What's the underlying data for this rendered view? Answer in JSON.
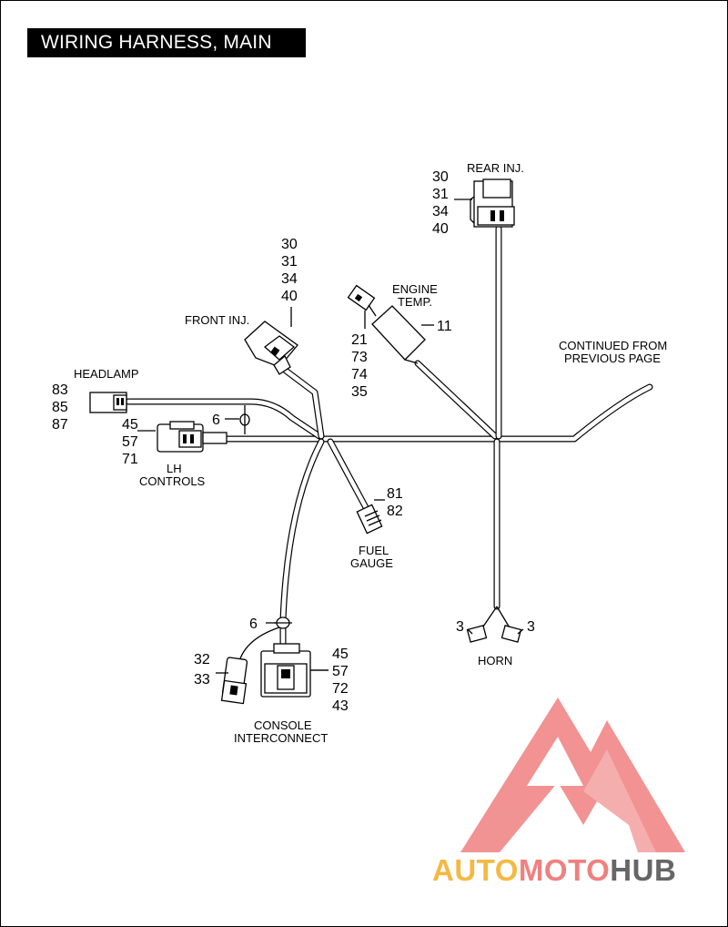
{
  "title": "WIRING HARNESS, MAIN",
  "callouts": {
    "rear_inj": {
      "label": "REAR INJ.",
      "numbers": [
        "30",
        "31",
        "34",
        "40"
      ]
    },
    "front_inj": {
      "label": "FRONT INJ.",
      "numbers": [
        "30",
        "31",
        "34",
        "40"
      ]
    },
    "engine_temp": {
      "label_line1": "ENGINE",
      "label_line2": "TEMP.",
      "part": "11",
      "numbers": [
        "21",
        "73",
        "74",
        "35"
      ]
    },
    "continued": {
      "line1": "CONTINUED FROM",
      "line2": "PREVIOUS PAGE"
    },
    "headlamp": {
      "label": "HEADLAMP",
      "numbers": [
        "83",
        "85",
        "87"
      ]
    },
    "lh_controls": {
      "label_line1": "LH",
      "label_line2": "CONTROLS",
      "numbers": [
        "45",
        "57",
        "71"
      ]
    },
    "clip_upper": "6",
    "clip_lower": "6",
    "fuel_gauge": {
      "label_line1": "FUEL",
      "label_line2": "GAUGE",
      "numbers": [
        "81",
        "82"
      ]
    },
    "horn": {
      "label": "HORN",
      "left_num": "3",
      "right_num": "3"
    },
    "console": {
      "label_line1": "CONSOLE",
      "label_line2": "INTERCONNECT",
      "numbers": [
        "45",
        "57",
        "72",
        "43"
      ]
    },
    "console_aux": {
      "numbers": [
        "32",
        "33"
      ]
    }
  },
  "watermark": {
    "brand": "AUTOMOTOHUB",
    "colors": {
      "logo": "#f08080",
      "auto": "#f5b942",
      "moto": "#f08080",
      "hub": "#666666"
    }
  }
}
